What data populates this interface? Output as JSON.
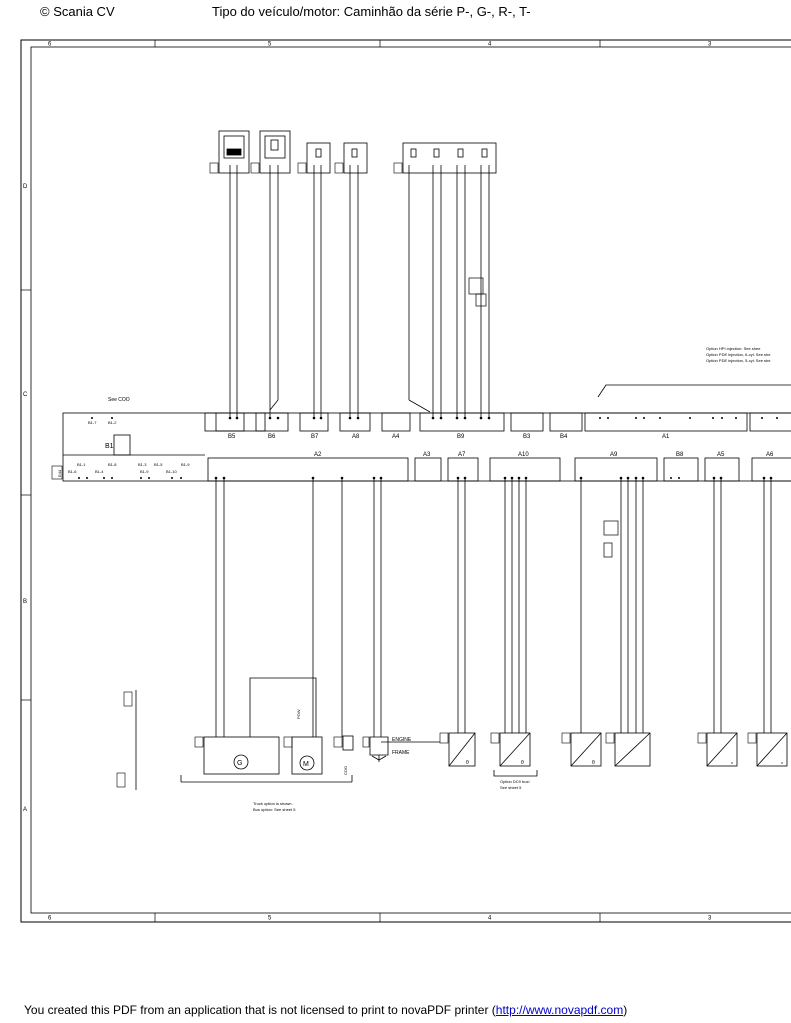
{
  "header": {
    "copyright": "© Scania CV",
    "vehicle_type": "Tipo do veículo/motor: Caminhão da série P-, G-, R-, T-"
  },
  "footer": {
    "notice_prefix": "You created this PDF from an application that is not licensed to print to novaPDF printer (",
    "link_text": "http://www.novapdf.com",
    "notice_suffix": ")"
  },
  "grid": {
    "columns": [
      "6",
      "5",
      "4",
      "3"
    ],
    "rows": [
      "D",
      "C",
      "B",
      "A"
    ]
  },
  "upper_unit": {
    "see_coo": "See COO",
    "b1": "B1",
    "b1_pins_top": [
      "B1-7",
      "B1-2"
    ],
    "b1_pins_bottom": [
      "B1-1",
      "B1-8",
      "B1-3",
      "B1-5",
      "B1-9"
    ],
    "b1_pins_row": [
      "B1-6",
      "B1-4",
      "B1-9",
      "B1-10"
    ],
    "unit_code": "E44",
    "connectors_top": [
      "B5",
      "B6",
      "B7",
      "A8",
      "A4",
      "B9",
      "B3",
      "B4",
      "A1"
    ],
    "connectors_bottom": [
      "A2",
      "A3",
      "A7",
      "A10",
      "A9",
      "B8",
      "A5",
      "A6"
    ],
    "option_notes": [
      "Option HPI injection: See shee",
      "Option PDE injection, 6-cyl: See she",
      "Option PDE injection, 5-cyl: See she"
    ]
  },
  "components": {
    "engine": "ENGINE",
    "frame": "FRAME",
    "pow": "POW",
    "coo": "COO",
    "gen": "G",
    "motor": "M",
    "truck_note_1": "Truck option is shown.",
    "truck_note_2": "Bus option: See sheet 5",
    "dc9_note_1": "Option DC9 bus!",
    "dc9_note_2": "See sheet 5",
    "theta": "θ",
    "v": "v"
  }
}
